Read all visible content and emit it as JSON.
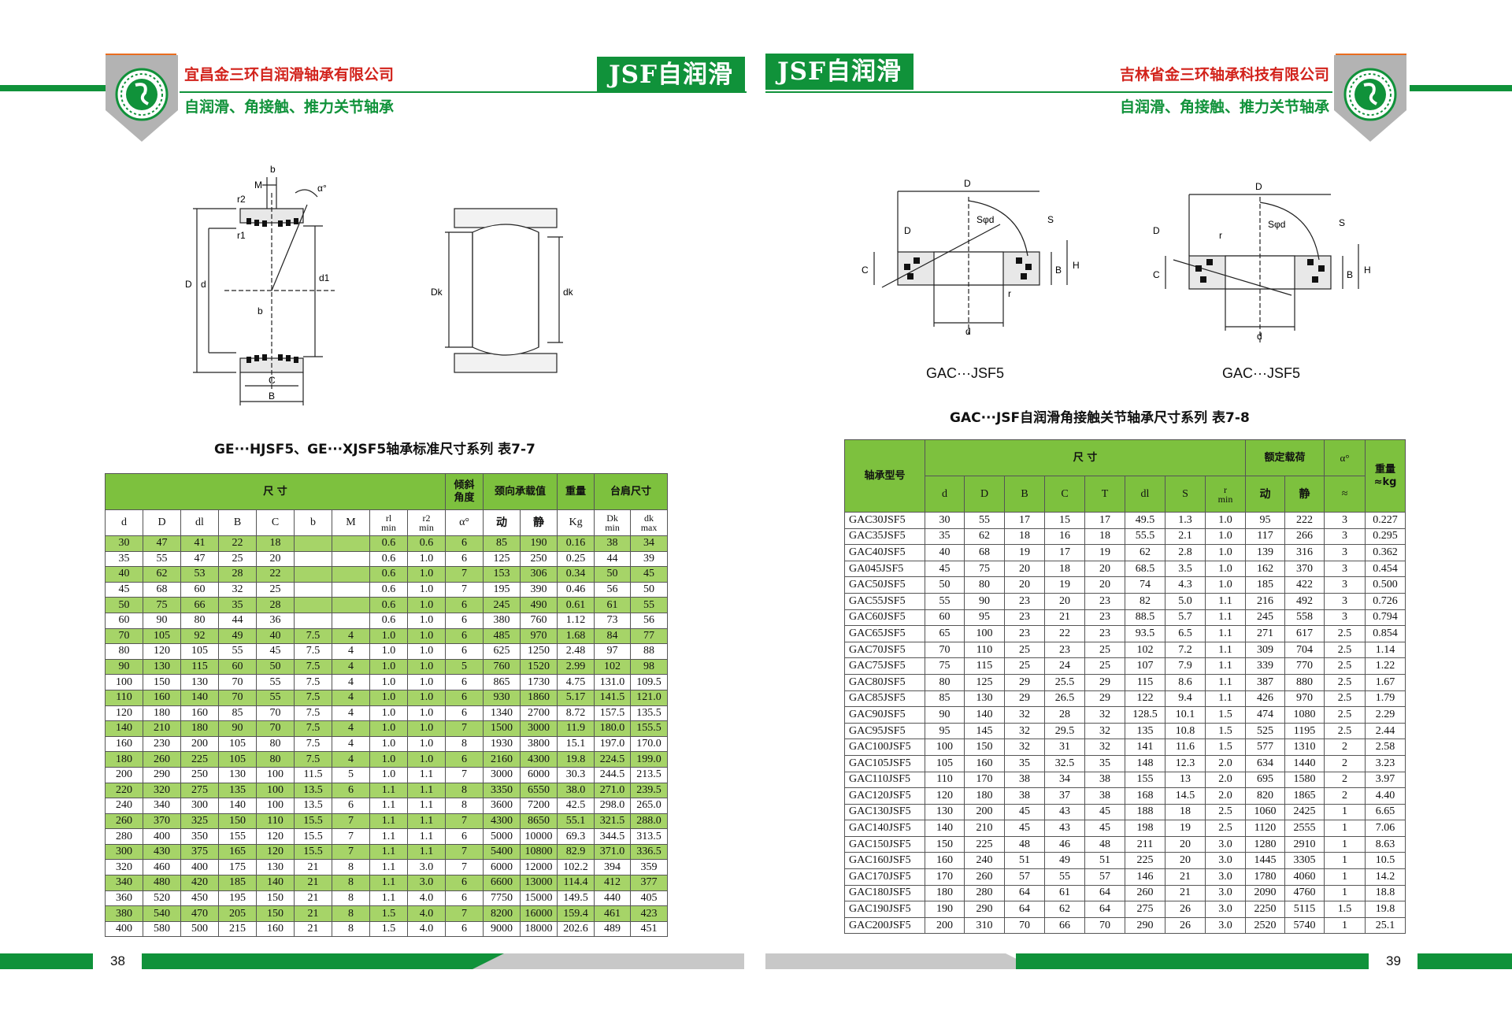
{
  "left": {
    "company": "宜昌金三环自润滑轴承有限公司",
    "subtitle": "自润滑、角接触、推力关节轴承",
    "brand": "JSF自润滑",
    "table_caption": "GE···HJSF5、GE···XJSF5轴承标准尺寸系列  表7-7",
    "page_number": "38",
    "diagram_labels": {
      "b": "b",
      "M": "M",
      "r2": "r2",
      "r1": "r1",
      "alpha": "α°",
      "D": "D",
      "d": "d",
      "d1": "d1",
      "b2": "b",
      "C": "C",
      "B": "B",
      "Dk": "Dk",
      "dk": "dk"
    },
    "table": {
      "group_headers": {
        "dims": "尺    寸",
        "tilt": "倾斜\n角度",
        "radial": "颈向承载值",
        "weight": "重量",
        "shoulder": "台肩尺寸"
      },
      "sub_headers": [
        "d",
        "D",
        "dl",
        "B",
        "C",
        "b",
        "M",
        "rl",
        "r2",
        "α°",
        "动",
        "静",
        "Kg",
        "Dk",
        "dk"
      ],
      "sub_notes": {
        "rl": "min",
        "r2": "min",
        "Dk": "min",
        "dk": "max"
      },
      "rows": [
        [
          "30",
          "47",
          "41",
          "22",
          "18",
          "",
          "",
          "0.6",
          "0.6",
          "6",
          "85",
          "190",
          "0.16",
          "38",
          "34"
        ],
        [
          "35",
          "55",
          "47",
          "25",
          "20",
          "",
          "",
          "0.6",
          "1.0",
          "6",
          "125",
          "250",
          "0.25",
          "44",
          "39"
        ],
        [
          "40",
          "62",
          "53",
          "28",
          "22",
          "",
          "",
          "0.6",
          "1.0",
          "7",
          "153",
          "306",
          "0.34",
          "50",
          "45"
        ],
        [
          "45",
          "68",
          "60",
          "32",
          "25",
          "",
          "",
          "0.6",
          "1.0",
          "7",
          "195",
          "390",
          "0.46",
          "56",
          "50"
        ],
        [
          "50",
          "75",
          "66",
          "35",
          "28",
          "",
          "",
          "0.6",
          "1.0",
          "6",
          "245",
          "490",
          "0.61",
          "61",
          "55"
        ],
        [
          "60",
          "90",
          "80",
          "44",
          "36",
          "",
          "",
          "0.6",
          "1.0",
          "6",
          "380",
          "760",
          "1.12",
          "73",
          "56"
        ],
        [
          "70",
          "105",
          "92",
          "49",
          "40",
          "7.5",
          "4",
          "1.0",
          "1.0",
          "6",
          "485",
          "970",
          "1.68",
          "84",
          "77"
        ],
        [
          "80",
          "120",
          "105",
          "55",
          "45",
          "7.5",
          "4",
          "1.0",
          "1.0",
          "6",
          "625",
          "1250",
          "2.48",
          "97",
          "88"
        ],
        [
          "90",
          "130",
          "115",
          "60",
          "50",
          "7.5",
          "4",
          "1.0",
          "1.0",
          "5",
          "760",
          "1520",
          "2.99",
          "102",
          "98"
        ],
        [
          "100",
          "150",
          "130",
          "70",
          "55",
          "7.5",
          "4",
          "1.0",
          "1.0",
          "6",
          "865",
          "1730",
          "4.75",
          "131.0",
          "109.5"
        ],
        [
          "110",
          "160",
          "140",
          "70",
          "55",
          "7.5",
          "4",
          "1.0",
          "1.0",
          "6",
          "930",
          "1860",
          "5.17",
          "141.5",
          "121.0"
        ],
        [
          "120",
          "180",
          "160",
          "85",
          "70",
          "7.5",
          "4",
          "1.0",
          "1.0",
          "6",
          "1340",
          "2700",
          "8.72",
          "157.5",
          "135.5"
        ],
        [
          "140",
          "210",
          "180",
          "90",
          "70",
          "7.5",
          "4",
          "1.0",
          "1.0",
          "7",
          "1500",
          "3000",
          "11.9",
          "180.0",
          "155.5"
        ],
        [
          "160",
          "230",
          "200",
          "105",
          "80",
          "7.5",
          "4",
          "1.0",
          "1.0",
          "8",
          "1930",
          "3800",
          "15.1",
          "197.0",
          "170.0"
        ],
        [
          "180",
          "260",
          "225",
          "105",
          "80",
          "7.5",
          "4",
          "1.0",
          "1.0",
          "6",
          "2160",
          "4300",
          "19.8",
          "224.5",
          "199.0"
        ],
        [
          "200",
          "290",
          "250",
          "130",
          "100",
          "11.5",
          "5",
          "1.0",
          "1.1",
          "7",
          "3000",
          "6000",
          "30.3",
          "244.5",
          "213.5"
        ],
        [
          "220",
          "320",
          "275",
          "135",
          "100",
          "13.5",
          "6",
          "1.1",
          "1.1",
          "8",
          "3350",
          "6550",
          "38.0",
          "271.0",
          "239.5"
        ],
        [
          "240",
          "340",
          "300",
          "140",
          "100",
          "13.5",
          "6",
          "1.1",
          "1.1",
          "8",
          "3600",
          "7200",
          "42.5",
          "298.0",
          "265.0"
        ],
        [
          "260",
          "370",
          "325",
          "150",
          "110",
          "15.5",
          "7",
          "1.1",
          "1.1",
          "7",
          "4300",
          "8650",
          "55.1",
          "321.5",
          "288.0"
        ],
        [
          "280",
          "400",
          "350",
          "155",
          "120",
          "15.5",
          "7",
          "1.1",
          "1.1",
          "6",
          "5000",
          "10000",
          "69.3",
          "344.5",
          "313.5"
        ],
        [
          "300",
          "430",
          "375",
          "165",
          "120",
          "15.5",
          "7",
          "1.1",
          "1.1",
          "7",
          "5400",
          "10800",
          "82.9",
          "371.0",
          "336.5"
        ],
        [
          "320",
          "460",
          "400",
          "175",
          "130",
          "21",
          "8",
          "1.1",
          "3.0",
          "7",
          "6000",
          "12000",
          "102.2",
          "394",
          "359"
        ],
        [
          "340",
          "480",
          "420",
          "185",
          "140",
          "21",
          "8",
          "1.1",
          "3.0",
          "6",
          "6600",
          "13000",
          "114.4",
          "412",
          "377"
        ],
        [
          "360",
          "520",
          "450",
          "195",
          "150",
          "21",
          "8",
          "1.1",
          "4.0",
          "6",
          "7750",
          "15000",
          "149.5",
          "440",
          "405"
        ],
        [
          "380",
          "540",
          "470",
          "205",
          "150",
          "21",
          "8",
          "1.5",
          "4.0",
          "7",
          "8200",
          "16000",
          "159.4",
          "461",
          "423"
        ],
        [
          "400",
          "580",
          "500",
          "215",
          "160",
          "21",
          "8",
          "1.5",
          "4.0",
          "6",
          "9000",
          "18000",
          "202.6",
          "489",
          "451"
        ]
      ]
    }
  },
  "right": {
    "company": "吉林省金三环轴承科技有限公司",
    "subtitle": "自润滑、角接触、推力关节轴承",
    "brand": "JSF自润滑",
    "figure_captions": [
      "GAC···JSF5",
      "GAC···JSF5"
    ],
    "table_caption": "GAC···JSF自润滑角接触关节轴承尺寸系列  表7-8",
    "page_number": "39",
    "diagram_labels": {
      "D": "D",
      "Sphid": "Sφd",
      "S": "S",
      "C": "C",
      "B": "B",
      "H": "H",
      "r": "r",
      "d": "d",
      "Dsmall": "D"
    },
    "table": {
      "group_headers": {
        "model": "轴承型号",
        "dims": "尺    寸",
        "load": "额定载荷",
        "alpha": "α°",
        "weight": "重量\n≈kg"
      },
      "sub_headers": [
        "d",
        "D",
        "B",
        "C",
        "T",
        "dl",
        "S",
        "r",
        "动",
        "静"
      ],
      "sub_notes": {
        "r": "min",
        "alpha": "≈"
      },
      "rows": [
        [
          "GAC30JSF5",
          "30",
          "55",
          "17",
          "15",
          "17",
          "49.5",
          "1.3",
          "1.0",
          "95",
          "222",
          "3",
          "0.227"
        ],
        [
          "GAC35JSF5",
          "35",
          "62",
          "18",
          "16",
          "18",
          "55.5",
          "2.1",
          "1.0",
          "117",
          "266",
          "3",
          "0.295"
        ],
        [
          "GAC40JSF5",
          "40",
          "68",
          "19",
          "17",
          "19",
          "62",
          "2.8",
          "1.0",
          "139",
          "316",
          "3",
          "0.362"
        ],
        [
          "GA045JSF5",
          "45",
          "75",
          "20",
          "18",
          "20",
          "68.5",
          "3.5",
          "1.0",
          "162",
          "370",
          "3",
          "0.454"
        ],
        [
          "GAC50JSF5",
          "50",
          "80",
          "20",
          "19",
          "20",
          "74",
          "4.3",
          "1.0",
          "185",
          "422",
          "3",
          "0.500"
        ],
        [
          "GAC55JSF5",
          "55",
          "90",
          "23",
          "20",
          "23",
          "82",
          "5.0",
          "1.1",
          "216",
          "492",
          "3",
          "0.726"
        ],
        [
          "GAC60JSF5",
          "60",
          "95",
          "23",
          "21",
          "23",
          "88.5",
          "5.7",
          "1.1",
          "245",
          "558",
          "3",
          "0.794"
        ],
        [
          "GAC65JSF5",
          "65",
          "100",
          "23",
          "22",
          "23",
          "93.5",
          "6.5",
          "1.1",
          "271",
          "617",
          "2.5",
          "0.854"
        ],
        [
          "GAC70JSF5",
          "70",
          "110",
          "25",
          "23",
          "25",
          "102",
          "7.2",
          "1.1",
          "309",
          "704",
          "2.5",
          "1.14"
        ],
        [
          "GAC75JSF5",
          "75",
          "115",
          "25",
          "24",
          "25",
          "107",
          "7.9",
          "1.1",
          "339",
          "770",
          "2.5",
          "1.22"
        ],
        [
          "GAC80JSF5",
          "80",
          "125",
          "29",
          "25.5",
          "29",
          "115",
          "8.6",
          "1.1",
          "387",
          "880",
          "2.5",
          "1.67"
        ],
        [
          "GAC85JSF5",
          "85",
          "130",
          "29",
          "26.5",
          "29",
          "122",
          "9.4",
          "1.1",
          "426",
          "970",
          "2.5",
          "1.79"
        ],
        [
          "GAC90JSF5",
          "90",
          "140",
          "32",
          "28",
          "32",
          "128.5",
          "10.1",
          "1.5",
          "474",
          "1080",
          "2.5",
          "2.29"
        ],
        [
          "GAC95JSF5",
          "95",
          "145",
          "32",
          "29.5",
          "32",
          "135",
          "10.8",
          "1.5",
          "525",
          "1195",
          "2.5",
          "2.44"
        ],
        [
          "GAC100JSF5",
          "100",
          "150",
          "32",
          "31",
          "32",
          "141",
          "11.6",
          "1.5",
          "577",
          "1310",
          "2",
          "2.58"
        ],
        [
          "GAC105JSF5",
          "105",
          "160",
          "35",
          "32.5",
          "35",
          "148",
          "12.3",
          "2.0",
          "634",
          "1440",
          "2",
          "3.23"
        ],
        [
          "GAC110JSF5",
          "110",
          "170",
          "38",
          "34",
          "38",
          "155",
          "13",
          "2.0",
          "695",
          "1580",
          "2",
          "3.97"
        ],
        [
          "GAC120JSF5",
          "120",
          "180",
          "38",
          "37",
          "38",
          "168",
          "14.5",
          "2.0",
          "820",
          "1865",
          "2",
          "4.40"
        ],
        [
          "GAC130JSF5",
          "130",
          "200",
          "45",
          "43",
          "45",
          "188",
          "18",
          "2.5",
          "1060",
          "2425",
          "1",
          "6.65"
        ],
        [
          "GAC140JSF5",
          "140",
          "210",
          "45",
          "43",
          "45",
          "198",
          "19",
          "2.5",
          "1120",
          "2555",
          "1",
          "7.06"
        ],
        [
          "GAC150JSF5",
          "150",
          "225",
          "48",
          "46",
          "48",
          "211",
          "20",
          "3.0",
          "1280",
          "2910",
          "1",
          "8.63"
        ],
        [
          "GAC160JSF5",
          "160",
          "240",
          "51",
          "49",
          "51",
          "225",
          "20",
          "3.0",
          "1445",
          "3305",
          "1",
          "10.5"
        ],
        [
          "GAC170JSF5",
          "170",
          "260",
          "57",
          "55",
          "57",
          "146",
          "21",
          "3.0",
          "1780",
          "4060",
          "1",
          "14.2"
        ],
        [
          "GAC180JSF5",
          "180",
          "280",
          "64",
          "61",
          "64",
          "260",
          "21",
          "3.0",
          "2090",
          "4760",
          "1",
          "18.8"
        ],
        [
          "GAC190JSF5",
          "190",
          "290",
          "64",
          "62",
          "64",
          "275",
          "26",
          "3.0",
          "2250",
          "5115",
          "1.5",
          "19.8"
        ],
        [
          "GAC200JSF5",
          "200",
          "310",
          "70",
          "66",
          "70",
          "290",
          "26",
          "3.0",
          "2520",
          "5740",
          "1",
          "25.1"
        ]
      ]
    }
  },
  "colors": {
    "green": "#10923a",
    "light_green": "#7dc13e",
    "row_green": "#a6d468",
    "red": "#d2231c",
    "orange": "#e96d1f"
  }
}
